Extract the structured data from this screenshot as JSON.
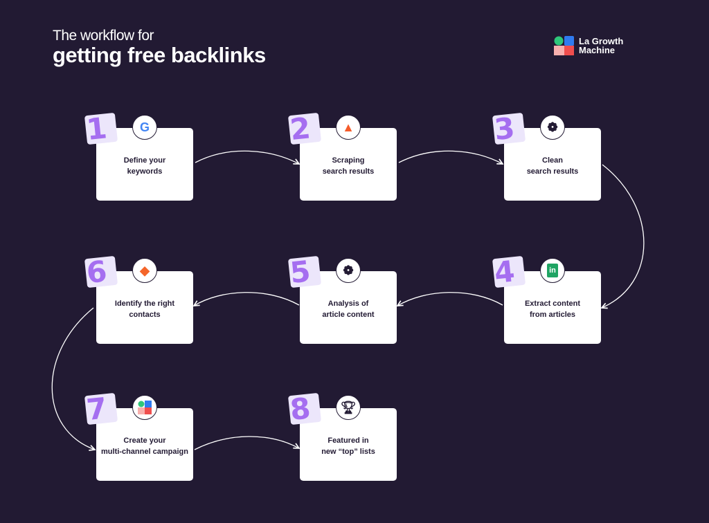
{
  "title": {
    "line1": "The workflow for",
    "line2": "getting free backlinks"
  },
  "logo": {
    "line1": "La Growth",
    "line2": "Machine"
  },
  "steps": [
    {
      "n": "1",
      "line1": "Define your",
      "line2": "keywords",
      "icon": "google-icon"
    },
    {
      "n": "2",
      "line1": "Scraping",
      "line2": "search results",
      "icon": "apify-icon"
    },
    {
      "n": "3",
      "line1": "Clean",
      "line2": "search results",
      "icon": "openai-icon"
    },
    {
      "n": "4",
      "line1": "Extract content",
      "line2": "from articles",
      "icon": "sheets-icon"
    },
    {
      "n": "5",
      "line1": "Analysis of",
      "line2": "article content",
      "icon": "openai-icon"
    },
    {
      "n": "6",
      "line1": "Identify the right",
      "line2": "contacts",
      "icon": "dropcontact-icon"
    },
    {
      "n": "7",
      "line1": "Create your",
      "line2": "multi-channel campaign",
      "icon": "lagrowthmachine-icon"
    },
    {
      "n": "8",
      "line1": "Featured in",
      "line2": "new “top” lists",
      "icon": "trophy-icon"
    }
  ]
}
